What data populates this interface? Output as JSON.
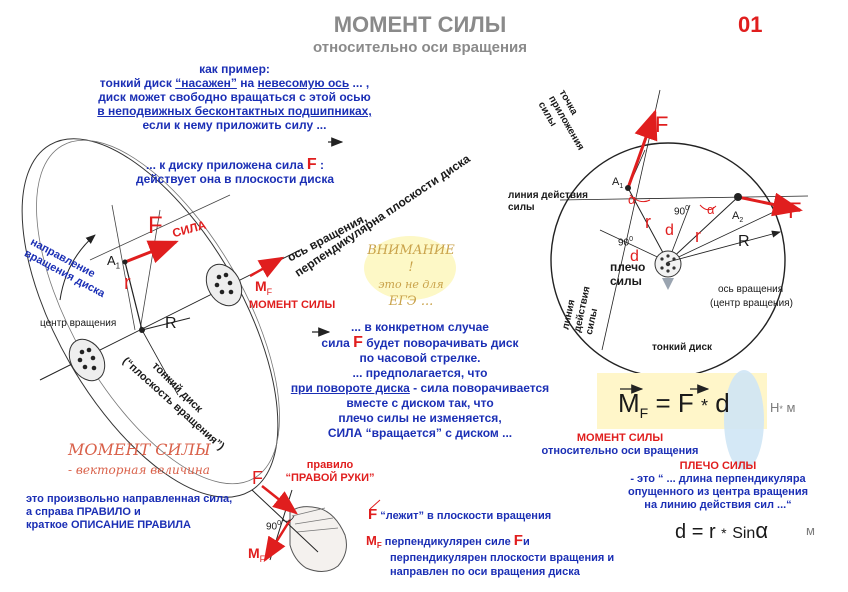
{
  "header": {
    "title": "МОМЕНТ СИЛЫ",
    "subtitle": "относительно оси вращения",
    "slide_number": "01"
  },
  "intro": {
    "line1": "как пример:",
    "line2a": "тонкий диск",
    "line2b": "“насажен”",
    "line2c": "на",
    "line2d": "невесомую ось",
    "line2e": "... ,",
    "line3": "диск может свободно вращаться с  этой осью",
    "line4": "в неподвижных бесконтактных  подшипниках,",
    "line5": "если к нему приложить силу ..."
  },
  "force_applied": {
    "line1": "... к диску приложена сила",
    "line1_symbol": "F",
    "line1_end": ":",
    "line2": "действует она в плоскости диска"
  },
  "left_diagram": {
    "force_label": "F",
    "force_word": "СИЛА",
    "point_a1": "A",
    "point_a1_sub": "1",
    "radius_r": "r",
    "radius_R": "R",
    "rotation_direction": "направление вращения диска",
    "center": "центр вращения",
    "disk_label": "тонкий диск",
    "plane_label": "(“плоскость вращения”)",
    "axis_label": "ось вращения,",
    "axis_label2": "перпендикулярна плоскости диска",
    "moment_symbol": "M",
    "moment_sub": "F",
    "moment_label": "МОМЕНТ СИЛЫ"
  },
  "warning": {
    "line1": "ВНИМАНИЕ !",
    "line2": "это не для",
    "line3": "ЕГЭ ..."
  },
  "explanation": {
    "line1": "... в конкретном случае",
    "line2a": "сила",
    "line2_symbol": "F",
    "line2b": "будет поворачивать диск",
    "line3": "по часовой стрелке.",
    "line4": "... предполагается, что",
    "line5a": "при повороте диска",
    "line5b": "- сила поворачивается",
    "line6": "вместе с диском так, что",
    "line7": "плечо силы не изменяется,",
    "line8a": "СИЛА",
    "line8b": "“вращается”",
    "line8c": "с  диском ..."
  },
  "right_diagram": {
    "force_label_top": "F",
    "force_label_right": "F",
    "point_a1": "A",
    "point_a1_sub": "1",
    "point_a2": "A",
    "point_a2_sub": "2",
    "alpha": "α",
    "alpha2": "α",
    "angle_90a": "90",
    "angle_90a_sup": "0",
    "angle_90b": "90",
    "angle_90b_sup": "0",
    "r1": "r",
    "r2": "r",
    "d": "d",
    "d2": "d",
    "R": "R",
    "application_point": "точка приложения силы",
    "line_of_action": "линия действия силы",
    "line_of_action2": "линия действия силы",
    "arm": "плечо силы",
    "axis": "ось вращения",
    "center": "(центр вращения)",
    "disk": "тонкий диск"
  },
  "formula": {
    "m": "M",
    "m_sub": "F",
    "eq": "=",
    "f": "F",
    "times": "*",
    "d": "d",
    "unit_n": "Н",
    "unit_times": "*",
    "unit_m": "м",
    "caption1": "МОМЕНТ СИЛЫ",
    "caption2": "относительно оси вращения"
  },
  "arm_def": {
    "title": "ПЛЕЧО СИЛЫ",
    "line1": "- это  “ ... длина перпендикуляра",
    "line2": "опущенного из центра вращения",
    "line3": "на линию действия сил ...“",
    "formula_d": "d",
    "formula_eq": "=",
    "formula_r": "r",
    "formula_times": "*",
    "formula_sin": "Sin",
    "formula_alpha": "α",
    "formula_unit": "м"
  },
  "vector_note": {
    "line1": "МОМЕНТ СИЛЫ",
    "line2": "- векторная величина"
  },
  "rule_note": {
    "line1": "это произвольно направленная  сила,",
    "line2": "а справа  ПРАВИЛО и",
    "line3": "краткое ОПИСАНИЕ ПРАВИЛА"
  },
  "rule": {
    "title1": "правило",
    "title2": "“ПРАВОЙ РУКИ”",
    "force": "F",
    "angle": "90",
    "angle_sup": "0",
    "moment": "M",
    "moment_sub": "F",
    "desc1_symbol": "F",
    "desc1": "“лежит” в плоскости вращения",
    "desc2_symbol": "M",
    "desc2_sub": "F",
    "desc2a": "перпендикулярен силе",
    "desc2_symbol2": "F",
    "desc2b": "и",
    "desc3": "перпендикулярен плоскости вращения  и",
    "desc4": "направлен  по оси вращения диска"
  },
  "colors": {
    "title": "#8a8a8a",
    "blue": "#1b2fb5",
    "red": "#e01e1e",
    "highlight": "#fdf8c6",
    "formula_bg": "#fff6c9",
    "cone": "#cfe6f5"
  }
}
